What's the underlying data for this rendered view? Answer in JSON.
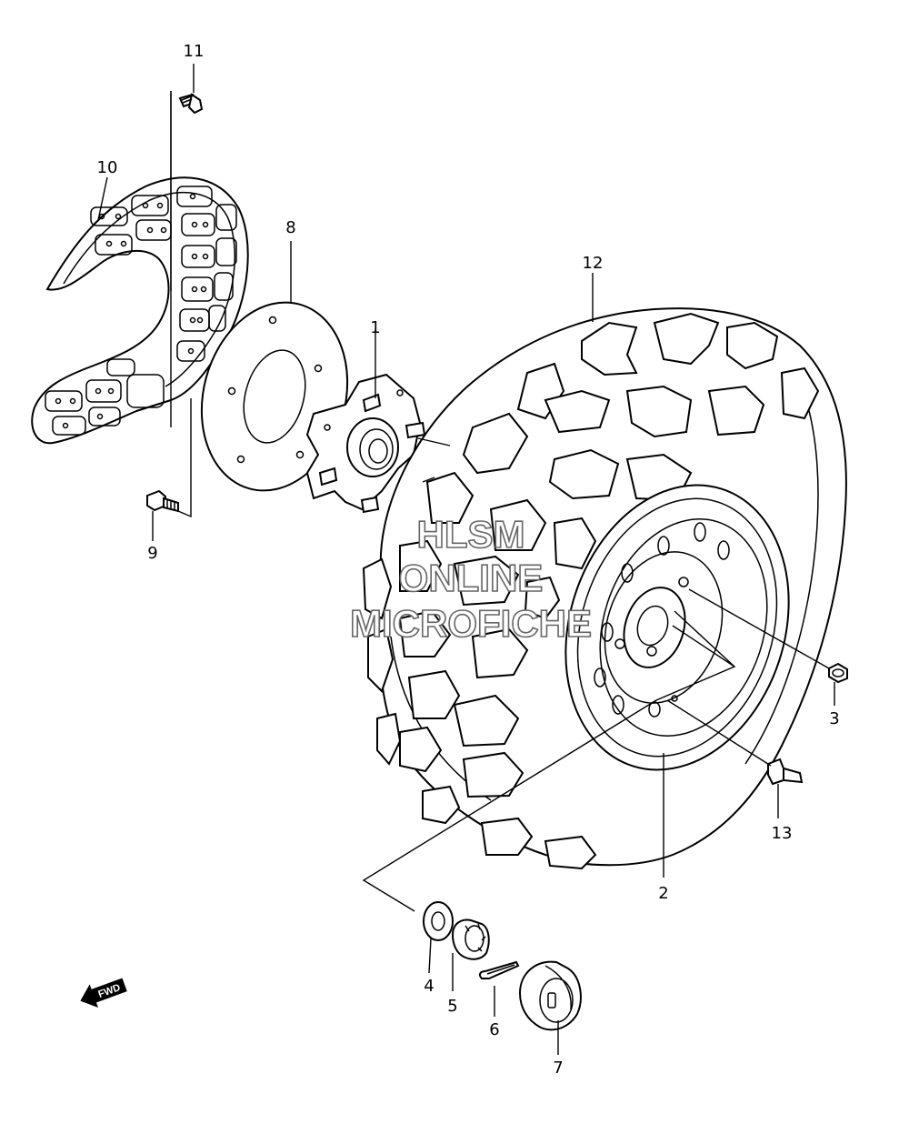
{
  "callouts": [
    {
      "id": "1",
      "label": "1"
    },
    {
      "id": "2",
      "label": "2"
    },
    {
      "id": "3",
      "label": "3"
    },
    {
      "id": "4",
      "label": "4"
    },
    {
      "id": "5",
      "label": "5"
    },
    {
      "id": "6",
      "label": "6"
    },
    {
      "id": "7",
      "label": "7"
    },
    {
      "id": "8",
      "label": "8"
    },
    {
      "id": "9",
      "label": "9"
    },
    {
      "id": "10",
      "label": "10"
    },
    {
      "id": "11",
      "label": "11"
    },
    {
      "id": "12",
      "label": "12"
    },
    {
      "id": "13",
      "label": "13"
    }
  ],
  "watermark": {
    "line1": "HLSM",
    "line2": "ONLINE",
    "line3": "MICROFICHE"
  },
  "fwd_arrow": {
    "label": "FWD"
  },
  "colors": {
    "line": "#000000",
    "background": "#ffffff",
    "watermark_outline": "#666666"
  }
}
